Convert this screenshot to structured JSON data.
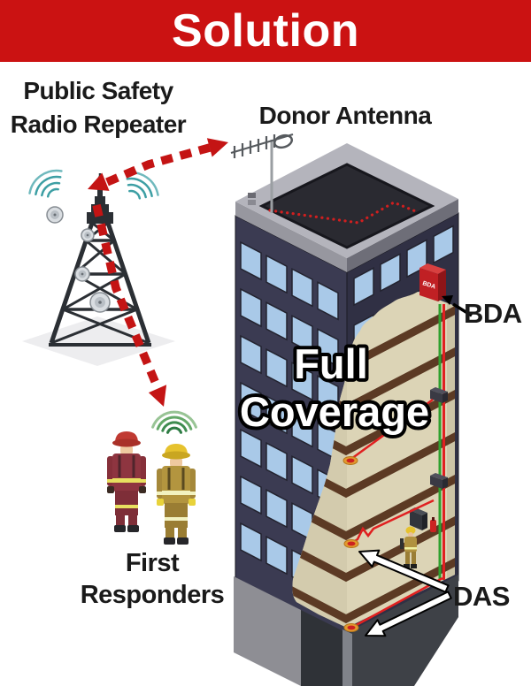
{
  "header": {
    "title": "Solution"
  },
  "tower": {
    "label_line1": "Public Safety",
    "label_line2": "Radio Repeater"
  },
  "building": {
    "donor_antenna_label": "Donor Antenna",
    "coverage_line1": "Full",
    "coverage_line2": "Coverage",
    "bda_box_text": "BDA",
    "bda_label": "BDA",
    "das_label": "DAS"
  },
  "responders": {
    "label_line1": "First",
    "label_line2": "Responders"
  },
  "colors": {
    "banner_red": "#cb1212",
    "link_red": "#c41414",
    "cable_red": "#e02020",
    "cable_green": "#2fa12f",
    "building_left_wall": "#3b3b52",
    "building_right_wall": "#303044",
    "window_blue": "#a9c9e8",
    "interior_beige": "#dcd4b6",
    "floor_slab_brown": "#5c3a24",
    "roof_rim_gray": "#b4b4bc",
    "roof_dark": "#2a2a31",
    "bda_red": "#c02024",
    "das_antenna_orange": "#e39a2e",
    "signal_teal": "#3d9fa4",
    "responder_signal_green": "#3e8c50"
  },
  "diagram": {
    "links": [
      {
        "name": "repeater-donor-link",
        "from": "Public Safety Radio Repeater",
        "to": "Donor Antenna",
        "style": "red-dashed",
        "bidirectional": true
      },
      {
        "name": "repeater-responders-link",
        "from": "Public Safety Radio Repeater",
        "to": "First Responders",
        "style": "red-dashed",
        "bidirectional": false
      },
      {
        "name": "bda-pointer",
        "from": "BDA label",
        "to": "BDA unit on wall",
        "style": "black-line"
      },
      {
        "name": "das-pointer-upper",
        "from": "DAS label",
        "to": "floor DAS antenna",
        "style": "white-outlined-arrow"
      },
      {
        "name": "das-pointer-lower",
        "from": "DAS label",
        "to": "basement DAS antenna",
        "style": "white-outlined-arrow"
      }
    ]
  }
}
